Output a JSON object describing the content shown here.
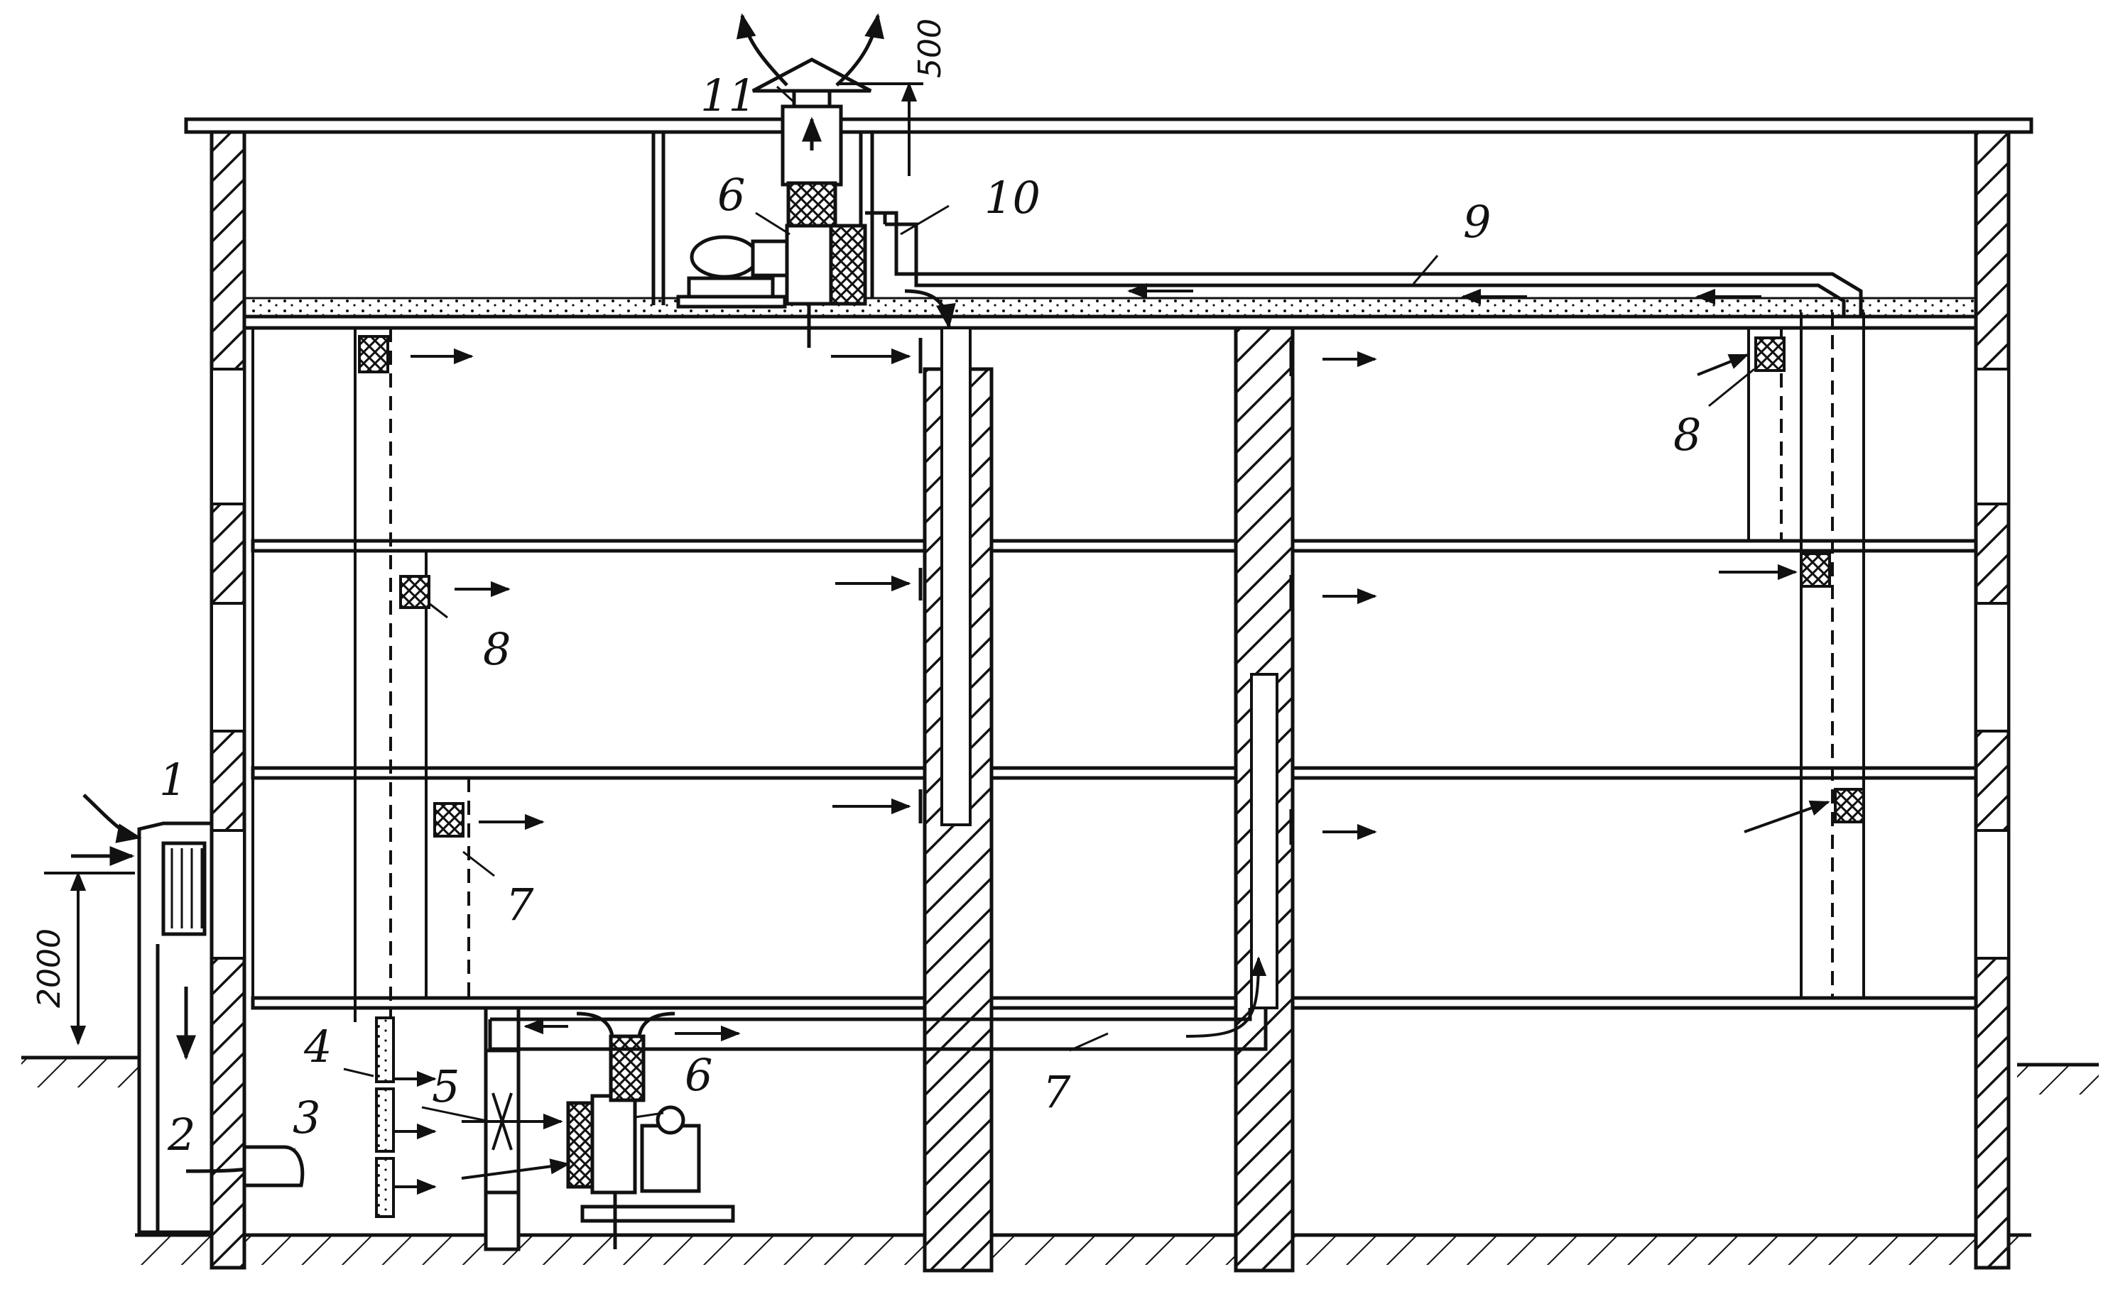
{
  "diagram": {
    "labels": {
      "n1": "1",
      "n2": "2",
      "n3": "3",
      "n4": "4",
      "n5": "5",
      "n6_top": "6",
      "n6_bottom": "6",
      "n7_left": "7",
      "n7_bottom": "7",
      "n8_left": "8",
      "n8_right": "8",
      "n9": "9",
      "n10": "10",
      "n11": "11"
    },
    "dimensions": {
      "height_2000": "2000",
      "height_500": "500"
    },
    "colors": {
      "ink": "#111111",
      "paper": "#ffffff"
    }
  }
}
